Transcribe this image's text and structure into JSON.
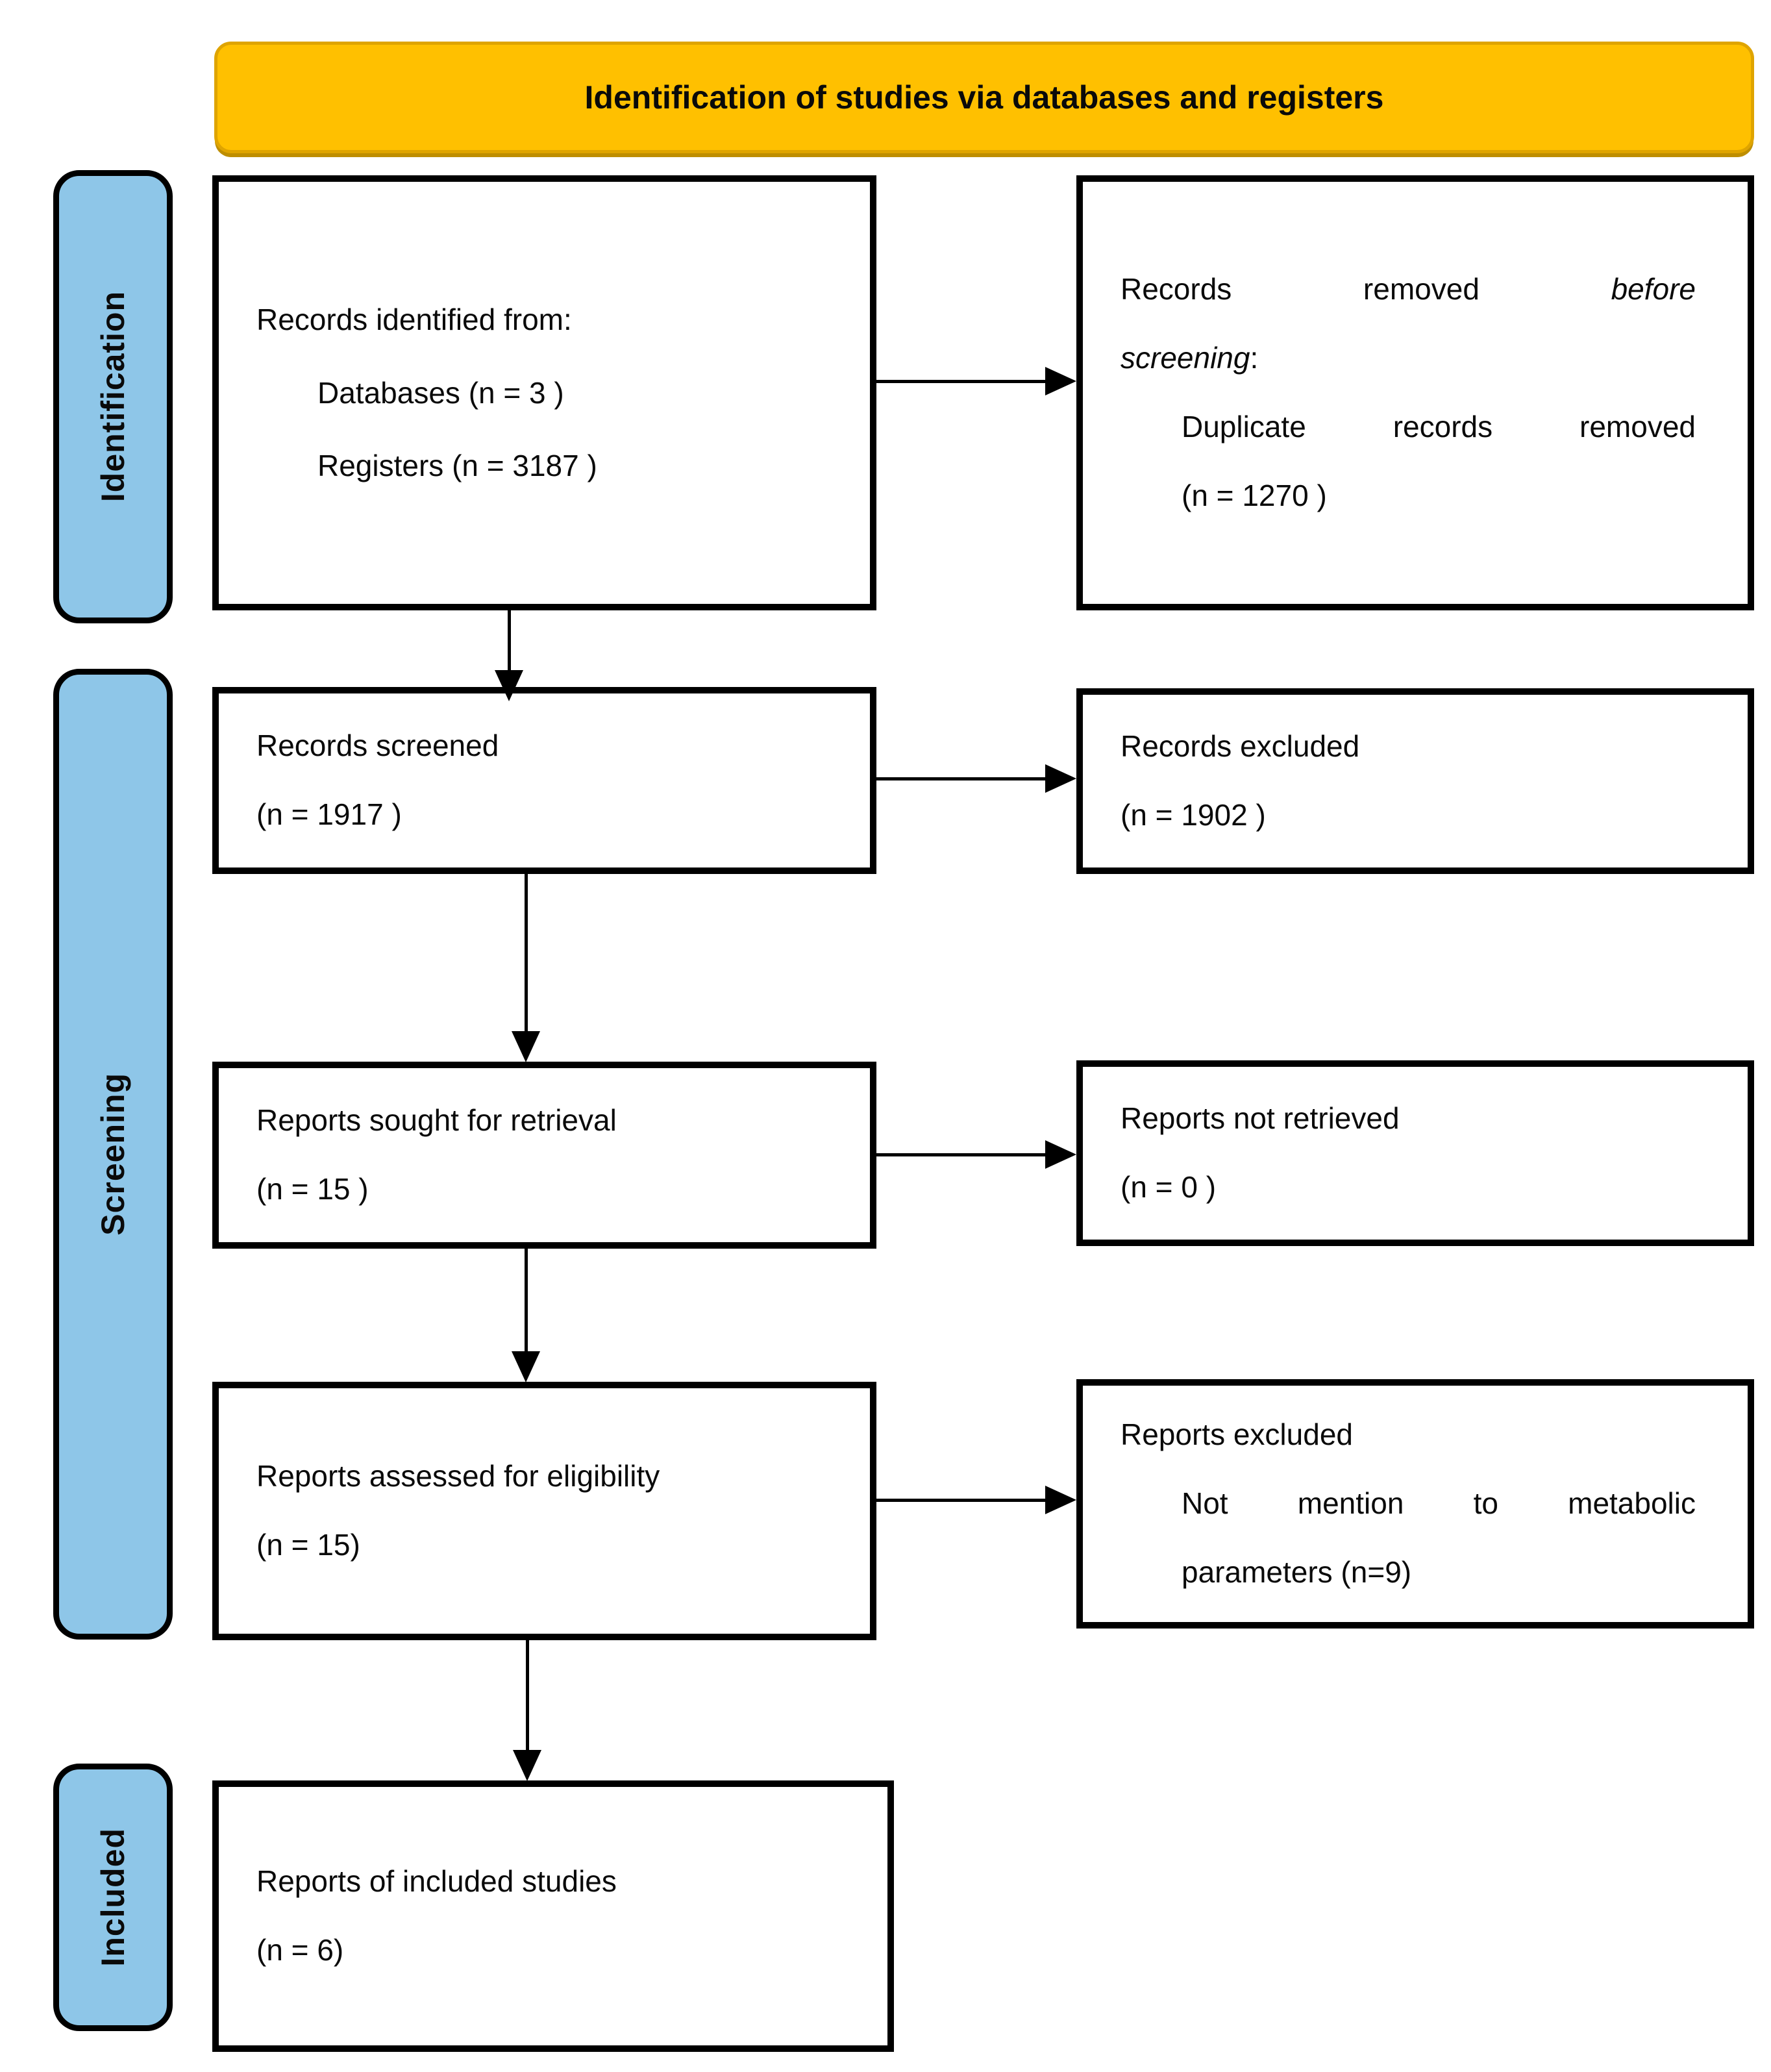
{
  "banner": {
    "title": "Identification of studies via databases and registers"
  },
  "colors": {
    "banner_fill": "#FFC000",
    "banner_edge": "#DFA400",
    "banner_shadow": "#BE8E00",
    "stage_fill": "#8EC6E8",
    "box_fill": "#FFFFFF",
    "line": "#000000",
    "text": "#0A0A0A"
  },
  "stages": [
    {
      "label": "Identification"
    },
    {
      "label": "Screening"
    },
    {
      "label": "Included"
    }
  ],
  "boxes": {
    "records_identified": {
      "lines": [
        {
          "text": "Records identified from:"
        },
        {
          "text": "Databases (n = 3 )",
          "indent": true
        },
        {
          "text": "Registers (n = 3187 )",
          "indent": true
        }
      ]
    },
    "records_removed": {
      "lines": [
        {
          "justify": true,
          "segments": [
            {
              "text": "Records removed "
            },
            {
              "text": "before",
              "italic": true
            }
          ]
        },
        {
          "segments": [
            {
              "text": "screening",
              "italic": true
            },
            {
              "text": ":"
            }
          ]
        },
        {
          "text": "Duplicate records removed",
          "indent": true,
          "justify": true
        },
        {
          "text": "(n = 1270 )",
          "indent": true
        }
      ]
    },
    "records_screened": {
      "lines": [
        {
          "text": "Records screened"
        },
        {
          "text": "(n = 1917 )"
        }
      ]
    },
    "records_excluded": {
      "lines": [
        {
          "text": "Records excluded"
        },
        {
          "text": "(n = 1902 )"
        }
      ]
    },
    "reports_sought": {
      "lines": [
        {
          "text": "Reports sought for retrieval"
        },
        {
          "text": "(n = 15 )"
        }
      ]
    },
    "reports_not_retrieved": {
      "lines": [
        {
          "text": "Reports not retrieved"
        },
        {
          "text": "(n = 0 )"
        }
      ]
    },
    "reports_assessed": {
      "lines": [
        {
          "text": "Reports assessed for eligibility"
        },
        {
          "text": "(n = 15)"
        }
      ]
    },
    "reports_excluded": {
      "lines": [
        {
          "text": "Reports excluded"
        },
        {
          "text": "Not mention to metabolic",
          "indent": true,
          "justify": true
        },
        {
          "text": "parameters (n=9)",
          "indent": true
        }
      ]
    },
    "reports_included": {
      "lines": [
        {
          "text": "Reports of included studies"
        },
        {
          "text": "(n = 6)"
        }
      ]
    }
  }
}
